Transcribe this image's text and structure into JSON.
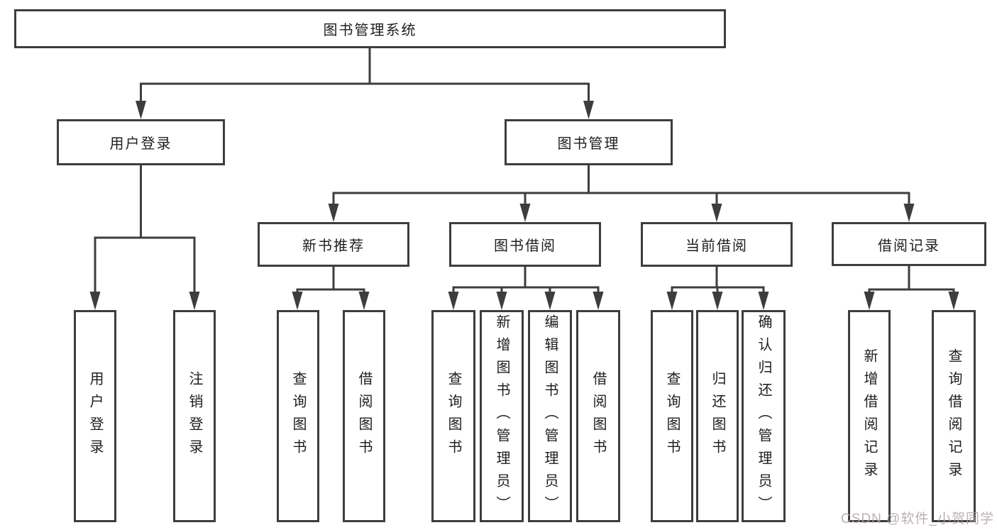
{
  "diagram": {
    "tree": {
      "label": "图书管理系统",
      "children": [
        {
          "label": "用户登录",
          "children": [
            {
              "label": "用户登录"
            },
            {
              "label": "注销登录"
            }
          ]
        },
        {
          "label": "图书管理",
          "children": [
            {
              "label": "新书推荐",
              "children": [
                {
                  "label": "查询图书"
                },
                {
                  "label": "借阅图书"
                }
              ]
            },
            {
              "label": "图书借阅",
              "children": [
                {
                  "label": "查询图书"
                },
                {
                  "label": "新增图书（管理员）"
                },
                {
                  "label": "编辑图书（管理员）"
                },
                {
                  "label": "借阅图书"
                }
              ]
            },
            {
              "label": "当前借阅",
              "children": [
                {
                  "label": "查询图书"
                },
                {
                  "label": "归还图书"
                },
                {
                  "label": "确认归还（管理员）"
                }
              ]
            },
            {
              "label": "借阅记录",
              "children": [
                {
                  "label": "新增借阅记录"
                },
                {
                  "label": "查询借阅记录"
                }
              ]
            }
          ]
        }
      ]
    },
    "colors": {
      "line": "#3d3d3d",
      "text": "#1e1e1e",
      "background": "#ffffff",
      "watermark": "#b0a3a3"
    }
  },
  "watermark": {
    "text": "CSDN @软件_小贺同学"
  }
}
